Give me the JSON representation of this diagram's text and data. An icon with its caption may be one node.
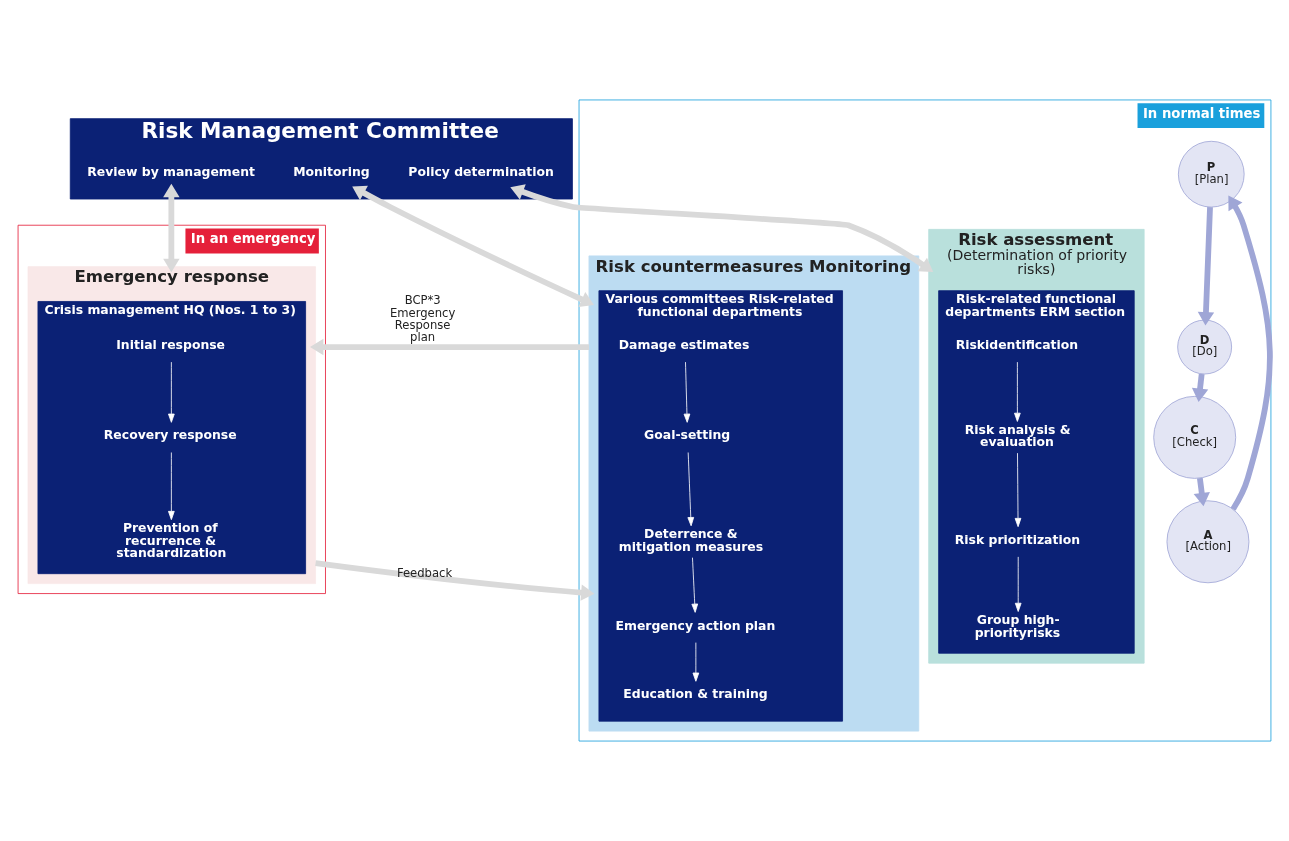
{
  "diagram": {
    "nodes": [
      {
        "text": [
          "Risk Management Committee"
        ]
      },
      {
        "text": [
          "Policy determination"
        ],
        "in": 0
      },
      {
        "text": [
          "Monitoring"
        ],
        "in": 0
      },
      {
        "text": [
          "Review by management"
        ],
        "in": 0
      },
      {
        "text": [
          "In normal times"
        ]
      },
      {
        "text": [
          "Risk assessment",
          "(Determination of priority risks)"
        ],
        "in": 4
      },
      {
        "text": [
          "Risk-related functional departments ERM section"
        ],
        "in": 5
      },
      {
        "text": [
          "Riskidentification"
        ],
        "in": 6
      },
      {
        "text": [
          "Risk analysis & evaluation"
        ],
        "in": 6
      },
      {
        "text": [
          "Risk prioritization"
        ],
        "in": 6
      },
      {
        "text": [
          "Group high-priorityrisks"
        ],
        "in": 6
      },
      {
        "text": [
          "P",
          "[Plan]"
        ],
        "in": 4
      },
      {
        "text": [
          "D",
          "[Do]"
        ],
        "in": 4
      },
      {
        "text": [
          "C",
          "[Check]"
        ],
        "in": 4
      },
      {
        "text": [
          "A",
          "[Action]"
        ],
        "in": 4
      },
      {
        "text": [
          "Risk countermeasures Monitoring"
        ],
        "in": 4
      },
      {
        "text": [
          "Various committees Risk-related functional departments"
        ],
        "in": 15
      },
      {
        "text": [
          "Damage estimates"
        ],
        "in": 16
      },
      {
        "text": [
          "Goal-setting"
        ],
        "in": 16
      },
      {
        "text": [
          "Deterrence & mitigation measures"
        ],
        "in": 16
      },
      {
        "text": [
          "Emergency action plan"
        ],
        "in": 16
      },
      {
        "text": [
          "Education & training"
        ],
        "in": 16
      },
      {
        "text": [
          "In an emergency"
        ]
      },
      {
        "text": [
          "Emergency response"
        ],
        "in": 22
      },
      {
        "text": [
          "Crisis management HQ (Nos. 1 to 3)"
        ],
        "in": 23
      },
      {
        "text": [
          "Initial response"
        ],
        "in": 24
      },
      {
        "text": [
          "Recovery response"
        ],
        "in": 24
      },
      {
        "text": [
          "Prevention of recurrence & standardization"
        ],
        "in": 24
      }
    ],
    "edges": [
      {
        "from": 1,
        "to": 5,
        "arrow": "both",
        "style": "thick",
        "color": "#d9d9d9"
      },
      {
        "from": 2,
        "to": 15,
        "arrow": "both",
        "style": "thick",
        "color": "#d9d9d9"
      },
      {
        "from": 3,
        "to": 23,
        "arrow": "both",
        "style": "thick",
        "color": "#d9d9d9"
      },
      {
        "from": 7,
        "to": 8,
        "arrow": "to"
      },
      {
        "from": 8,
        "to": 9,
        "arrow": "to"
      },
      {
        "from": 9,
        "to": 10,
        "arrow": "to"
      },
      {
        "from": 11,
        "to": 12,
        "arrow": "to",
        "style": "thick",
        "color": "#9fa6d6"
      },
      {
        "from": 12,
        "to": 13,
        "arrow": "to",
        "style": "thick",
        "color": "#9fa6d6"
      },
      {
        "from": 13,
        "to": 14,
        "arrow": "to",
        "style": "thick",
        "color": "#9fa6d6"
      },
      {
        "from": 14,
        "to": 11,
        "arrow": "to",
        "style": "thick",
        "color": "#9fa6d6"
      },
      {
        "from": 17,
        "to": 18,
        "arrow": "to"
      },
      {
        "from": 18,
        "to": 19,
        "arrow": "to"
      },
      {
        "from": 19,
        "to": 20,
        "arrow": "to"
      },
      {
        "from": 20,
        "to": 21,
        "arrow": "to"
      },
      {
        "from": 25,
        "to": 26,
        "arrow": "to"
      },
      {
        "from": 26,
        "to": 27,
        "arrow": "to"
      },
      {
        "from": 15,
        "to": 23,
        "arrow": "to",
        "label": "BCP*3 Emergency Response plan",
        "style": "thick",
        "color": "#d9d9d9"
      },
      {
        "from": 23,
        "to": 15,
        "arrow": "to",
        "label": "Feedback",
        "style": "thick",
        "color": "#d9d9d9"
      }
    ]
  }
}
